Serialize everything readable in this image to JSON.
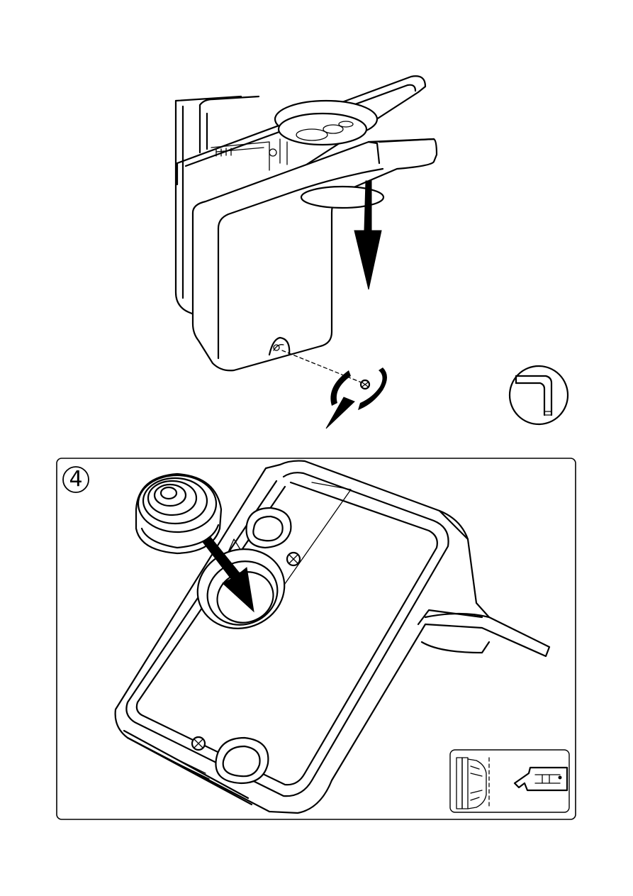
{
  "colors": {
    "line": "#000000",
    "background": "#ffffff"
  },
  "upper_step": {
    "arrows": [
      "arrow-down",
      "arrow-rotate-unscrew"
    ],
    "tool_icon": "allen-key-icon"
  },
  "step4": {
    "number": "4",
    "icons": [
      "grommet-icon",
      "grommet-cross-section-icon",
      "cutter-knife-icon"
    ]
  }
}
